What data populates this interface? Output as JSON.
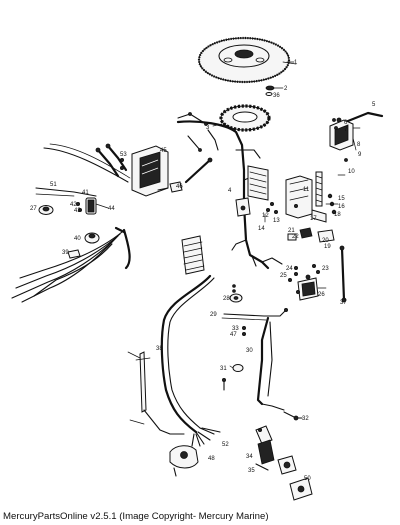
{
  "footer": {
    "text": "MercuryPartsOnline v2.5.1 (Image Copyright- Mercury Marine)"
  },
  "diagram": {
    "labels": [
      "1",
      "2",
      "36",
      "3",
      "4",
      "5",
      "6",
      "7",
      "8",
      "9",
      "10",
      "11",
      "12",
      "13",
      "14",
      "15",
      "16",
      "17",
      "18",
      "19",
      "20",
      "21",
      "22",
      "23",
      "24",
      "25",
      "26",
      "27",
      "28",
      "29",
      "30",
      "31",
      "32",
      "33",
      "34",
      "35",
      "37",
      "38",
      "39",
      "40",
      "41",
      "42",
      "43",
      "44",
      "45",
      "46",
      "47",
      "48",
      "50",
      "51",
      "52",
      "53"
    ]
  }
}
